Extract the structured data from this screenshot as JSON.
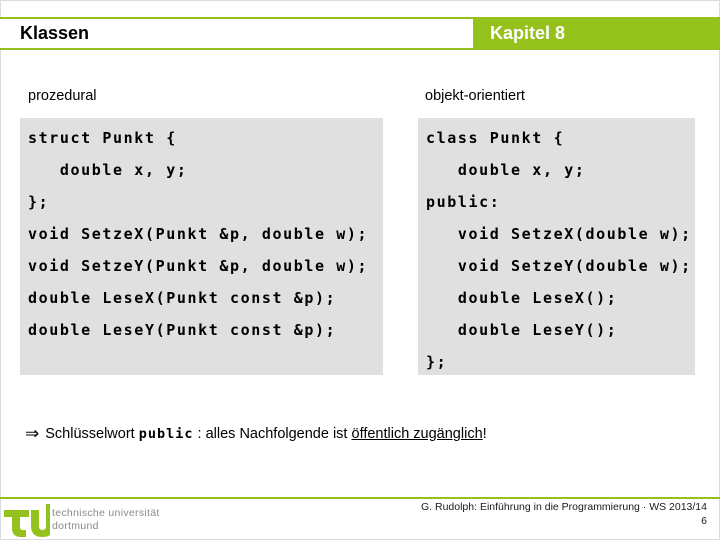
{
  "header": {
    "title": "Klassen",
    "chapter": "Kapitel 8"
  },
  "content": {
    "left": {
      "label": "prozedural",
      "code": [
        "struct Punkt {",
        "   double x, y;",
        "};",
        "void SetzeX(Punkt &p, double w);",
        "void SetzeY(Punkt &p, double w);",
        "double LeseX(Punkt const &p);",
        "double LeseY(Punkt const &p);"
      ]
    },
    "right": {
      "label": "objekt-orientiert",
      "code": [
        "class Punkt {",
        "   double x, y;",
        "public:",
        "   void SetzeX(double w);",
        "   void SetzeY(double w);",
        "   double LeseX();",
        "   double LeseY();",
        "};"
      ]
    }
  },
  "note": {
    "arrow": "⇒",
    "text1": "Schlüsselwort ",
    "keyword": "public",
    "text2": " : alles Nachfolgende ist ",
    "underlined": "öffentlich zugänglich",
    "text3": "!"
  },
  "footer": {
    "university_line1": "technische universität",
    "university_line2": "dortmund",
    "credit": "G. Rudolph: Einführung in die Programmierung · WS 2013/14",
    "page": "6"
  },
  "colors": {
    "accent_green": "#94c11c",
    "code_bg": "#e0e0e0",
    "muted_gray": "#8a8a8a"
  }
}
